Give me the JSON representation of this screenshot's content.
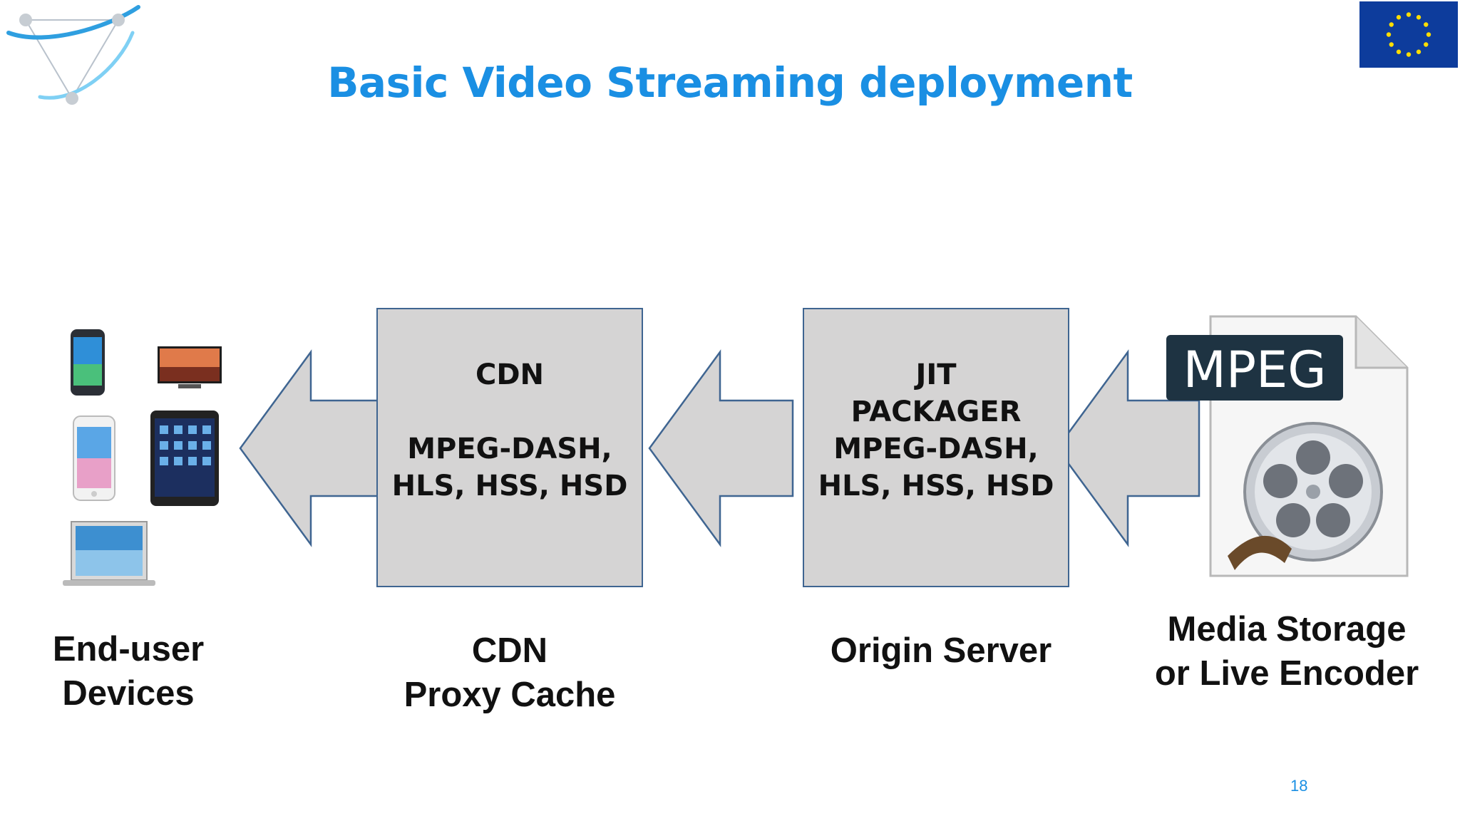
{
  "slide": {
    "title": "Basic Video Streaming deployment",
    "page_number": "18"
  },
  "boxes": {
    "cdn": {
      "line1": "CDN",
      "line2": "",
      "line3": "MPEG-DASH,",
      "line4": "HLS, HSS, HSD"
    },
    "origin": {
      "line1": "JIT",
      "line2": "PACKAGER",
      "line3": "MPEG-DASH,",
      "line4": "HLS, HSS, HSD"
    }
  },
  "captions": {
    "devices": {
      "line1": "End-user",
      "line2": "Devices"
    },
    "cdn": {
      "line1": "CDN",
      "line2": "Proxy Cache"
    },
    "origin": {
      "line1": "Origin Server"
    },
    "media": {
      "line1": "Media Storage",
      "line2": "or Live Encoder"
    }
  },
  "media_icon": {
    "label": "MPEG"
  },
  "colors": {
    "title": "#1a8fe3",
    "box_fill": "#d5d4d4",
    "box_border": "#3f6591",
    "eu_blue": "#0d3c9c",
    "eu_star": "#ffdd00"
  }
}
